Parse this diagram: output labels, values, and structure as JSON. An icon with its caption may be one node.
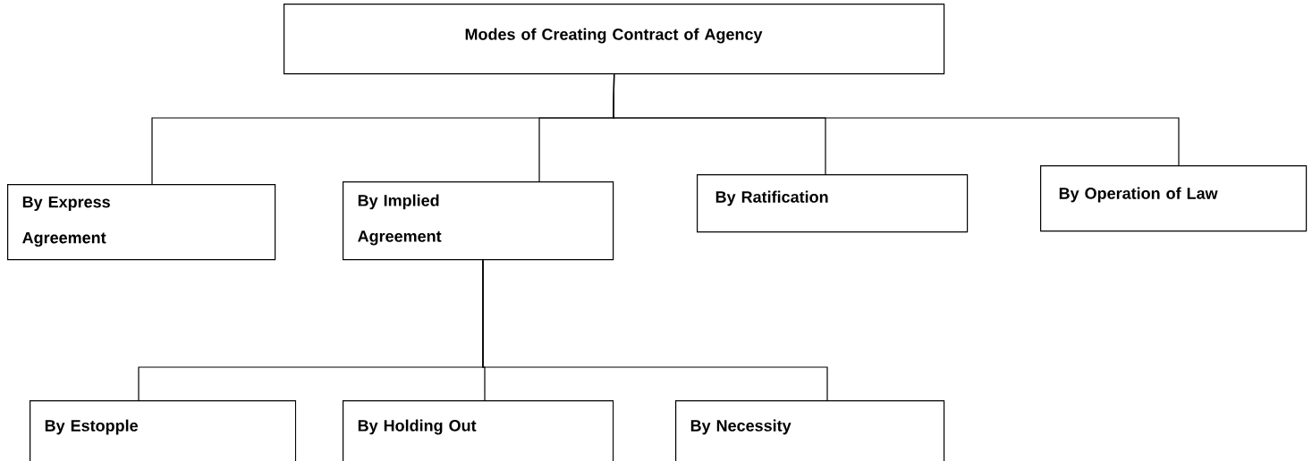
{
  "diagram": {
    "nodes": [
      {
        "text": [
          "Modes of Creating Contract of Agency"
        ]
      },
      {
        "text": [
          "By Express Agreement"
        ]
      },
      {
        "text": [
          "By Implied Agreement"
        ]
      },
      {
        "text": [
          "By Ratification"
        ]
      },
      {
        "text": [
          "By Operation of Law"
        ]
      },
      {
        "text": [
          "By Estopple"
        ]
      },
      {
        "text": [
          "By Holding Out"
        ]
      },
      {
        "text": [
          "By Necessity"
        ]
      }
    ],
    "edges": [
      {
        "from": 0,
        "to": 1,
        "arrow": "none"
      },
      {
        "from": 0,
        "to": 2,
        "arrow": "none"
      },
      {
        "from": 0,
        "to": 3,
        "arrow": "none"
      },
      {
        "from": 0,
        "to": 4,
        "arrow": "none"
      },
      {
        "from": 2,
        "to": 5,
        "arrow": "none"
      },
      {
        "from": 2,
        "to": 6,
        "arrow": "none"
      },
      {
        "from": 2,
        "to": 7,
        "arrow": "none"
      }
    ]
  }
}
